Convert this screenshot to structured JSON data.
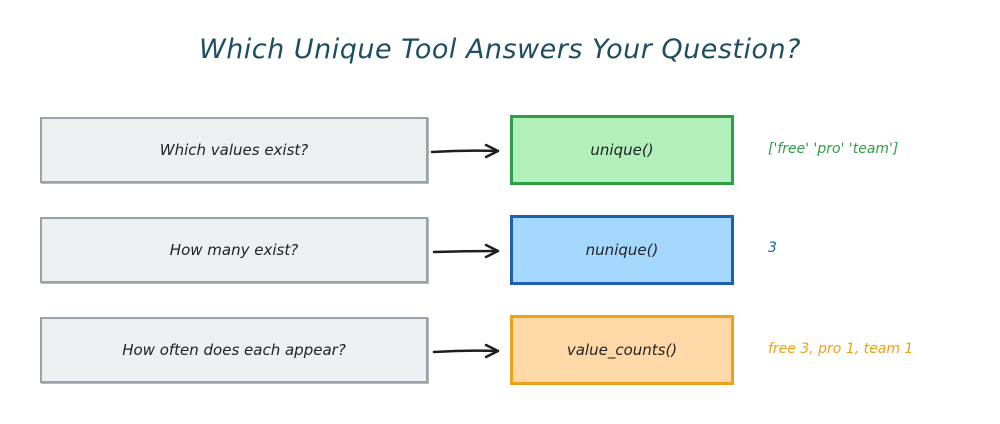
{
  "title": "Which Unique Tool Answers Your Question?",
  "rows": [
    {
      "question": "Which values exist?",
      "tool": "unique()",
      "result": "['free' 'pro' 'team']",
      "result_color": "#2f9e44",
      "tool_fill": "#b1f0ba",
      "tool_border": "#2f9e44"
    },
    {
      "question": "How many exist?",
      "tool": "nunique()",
      "result": "3",
      "result_color": "#1e5fb4",
      "tool_fill": "#a5d8ff",
      "tool_border": "#1e5fb4"
    },
    {
      "question": "How often does each appear?",
      "tool": "value_counts()",
      "result": "free 3, pro 1, team 1",
      "result_color": "#f0a018",
      "tool_fill": "#ffd8a8",
      "tool_border": "#f0a018"
    }
  ],
  "colors": {
    "title": "#1e4e61",
    "question_fill": "#eeeff0",
    "question_border": "#9aa1a8",
    "arrow": "#1e1e1e"
  }
}
